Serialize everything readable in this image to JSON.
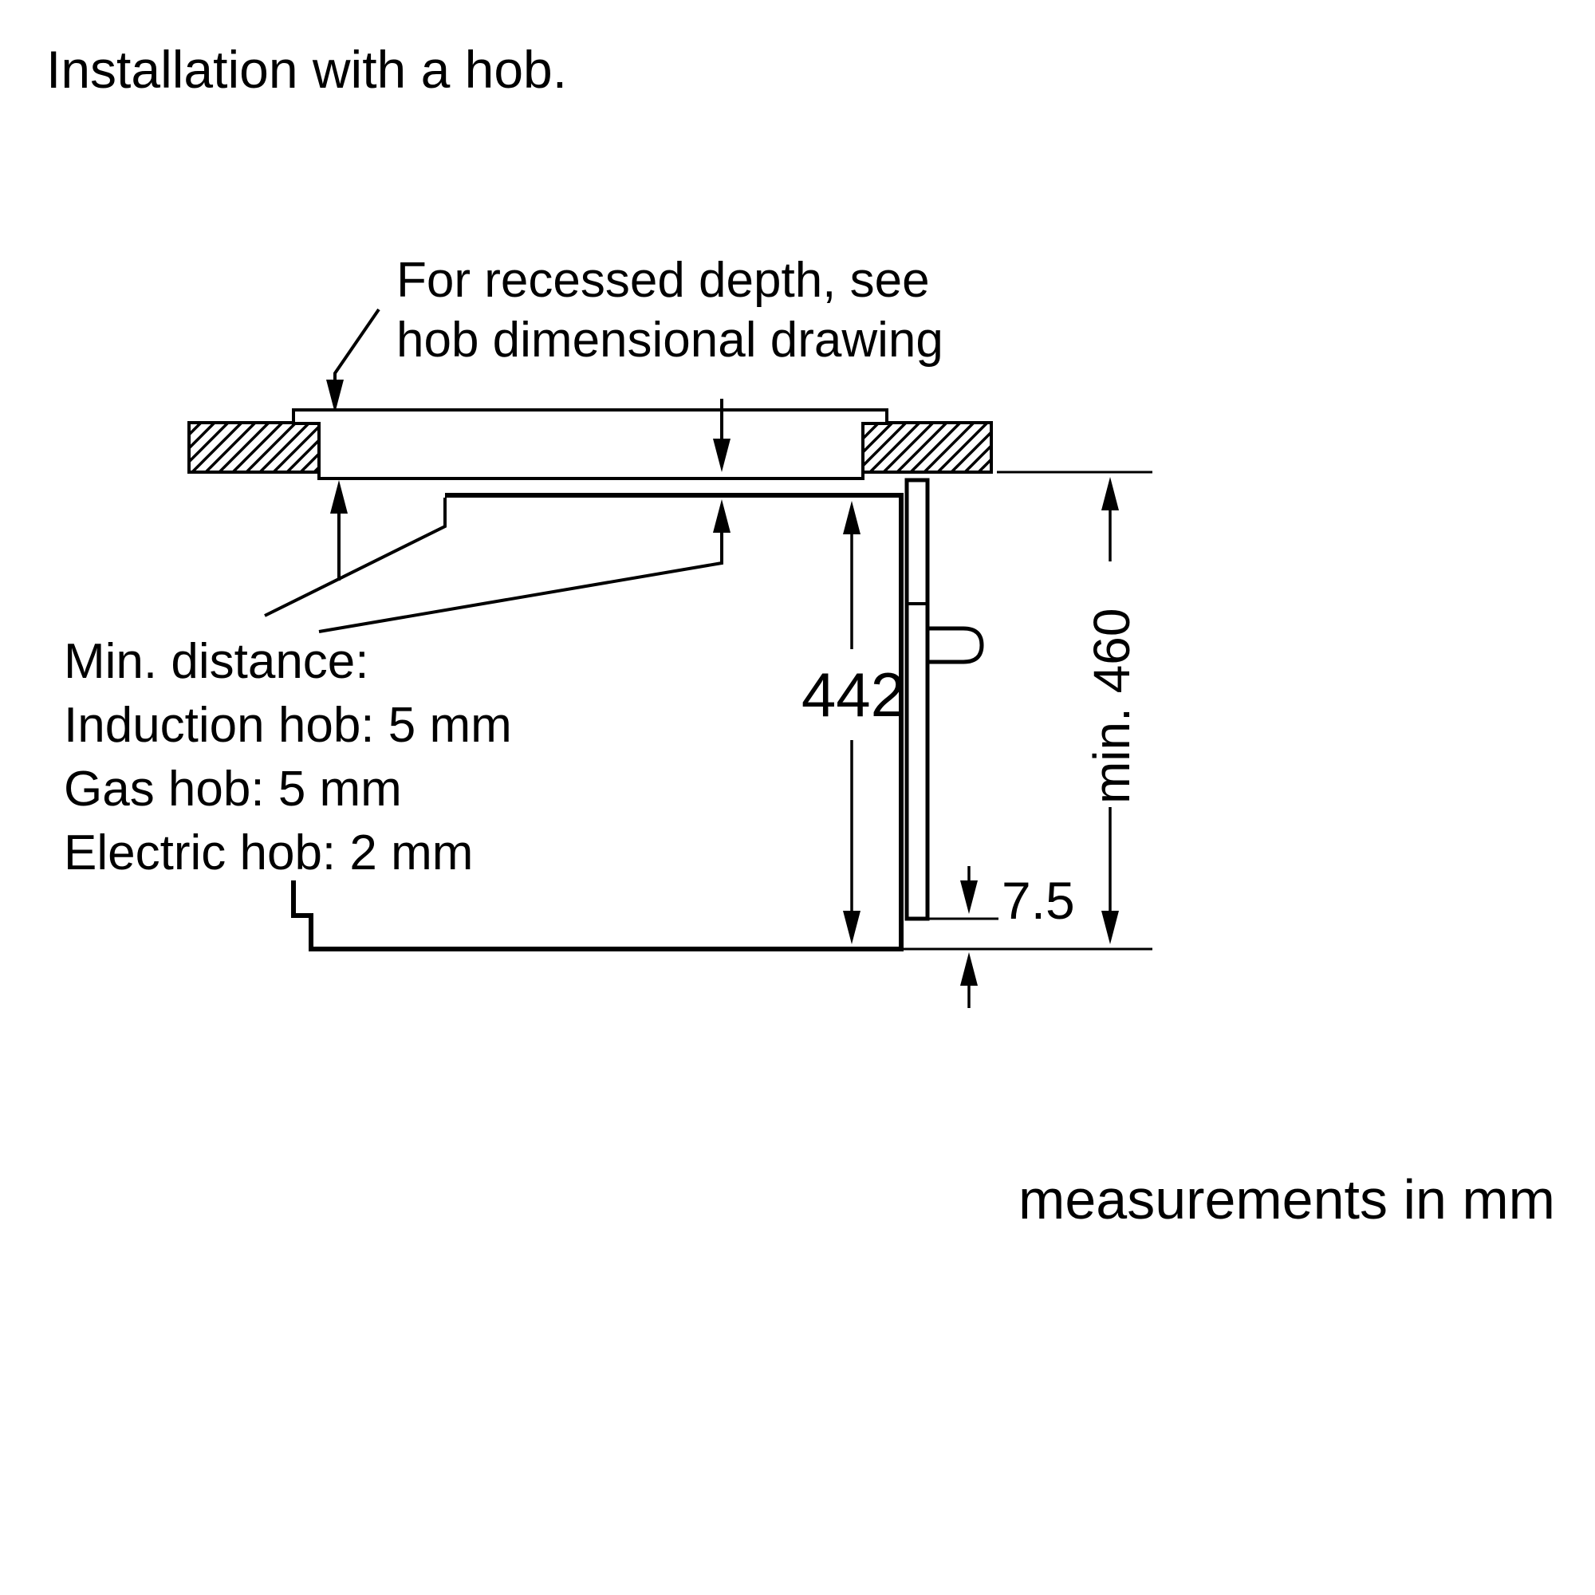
{
  "title": "Installation with a hob.",
  "annotation": {
    "line1": "For recessed depth, see",
    "line2": "hob dimensional drawing"
  },
  "min_distance": {
    "heading": "Min. distance:",
    "induction": "Induction hob: 5 mm",
    "gas": "Gas hob: 5 mm",
    "electric": "Electric hob: 2 mm"
  },
  "dimensions": {
    "oven_height": "442",
    "niche_height": "min. 460",
    "bottom_gap": "7.5"
  },
  "footer": "measurements in mm",
  "colors": {
    "line": "#000000",
    "background": "#ffffff"
  }
}
